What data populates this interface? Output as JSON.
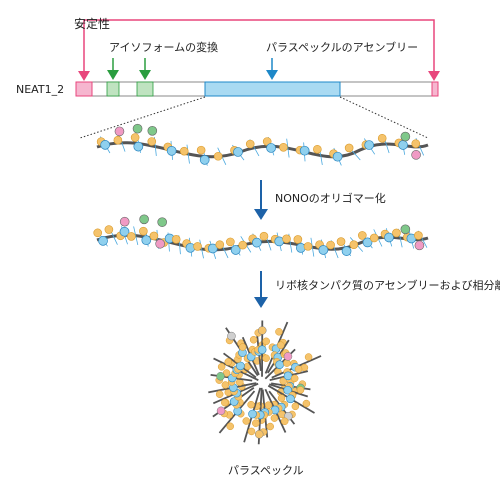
{
  "labels": {
    "stability": "安定性",
    "isoform_switch": "アイソフォームの変換",
    "paraspeckle_assembly": "パラスペックルのアセンブリー",
    "gene_name": "NEAT1_2",
    "nono_oligomerization": "NONOのオリゴマー化",
    "rnp_assembly_phase_separation": "リボ核タンパク質のアセンブリーおよび相分離",
    "paraspeckle": "パラスペックル"
  },
  "colors": {
    "stability_arrow": "#e8467c",
    "isoform_arrow": "#2a9d3f",
    "assembly_arrow": "#1e88c8",
    "process_arrow": "#1d62a8",
    "pink_region": "#f6b6cf",
    "green_region": "#bfe3c0",
    "blue_region": "#a9daf2",
    "rna_strand": "#555555",
    "protein_blue": "#8fd0ee",
    "protein_orange": "#f5c36b",
    "protein_green": "#7fc88a",
    "protein_pink": "#f09ac4"
  }
}
